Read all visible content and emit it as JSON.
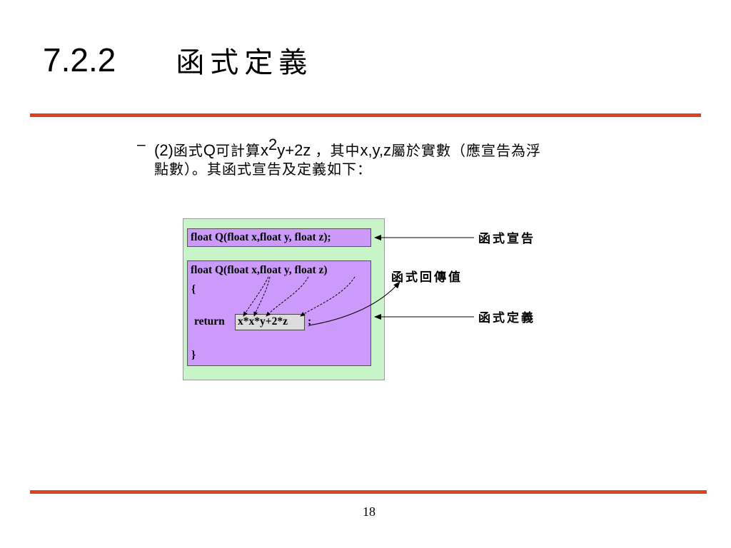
{
  "slide": {
    "title_number": "7.2.2",
    "title_text": "函式定義",
    "page_number": "18"
  },
  "bullet": {
    "dash": "–",
    "line1": {
      "prefix": "(2)",
      "cjk1": "函式",
      "q": "Q",
      "cjk2": "可計算",
      "x": "x",
      "exp": "2",
      "rest": "y+2z ",
      "cjk3": "，其中",
      "vars": "x,y,z",
      "cjk4": "屬於實數（應宣告為浮"
    },
    "line2": "點數）。其函式宣告及定義如下："
  },
  "diagram": {
    "declaration_code": "float Q(float x,float y, float z);",
    "definition_header": "float Q(float x,float y, float z)",
    "open_brace": "{",
    "return_keyword": "return",
    "return_expression": "x*x*y+2*z",
    "semicolon": ";",
    "close_brace": "}",
    "label_declaration": "函式宣告",
    "label_return_value": "函式回傳值",
    "label_definition": "函式定義"
  },
  "colors": {
    "rule": "#d9451f",
    "outer_box": "#c8f5c8",
    "inner_box": "#cc9afa",
    "expression_box": "#dcdcdc"
  }
}
